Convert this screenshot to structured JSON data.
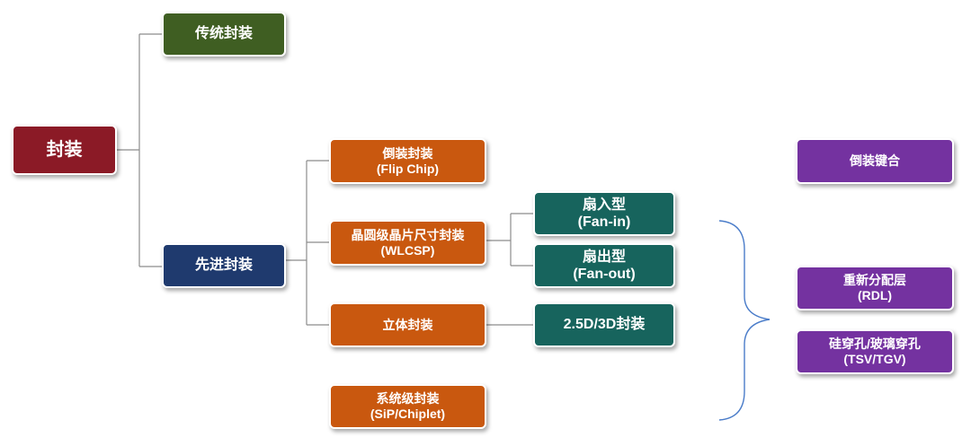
{
  "root": {
    "label": "封装"
  },
  "traditional": {
    "label": "传统封装"
  },
  "advanced": {
    "label": "先进封装"
  },
  "flip_chip": {
    "line1": "倒装封装",
    "line2": "(Flip Chip)"
  },
  "wlcsp": {
    "line1": "晶圆级晶片尺寸封装",
    "line2": "(WLCSP)"
  },
  "fan_in": {
    "line1": "扇入型",
    "line2": "(Fan-in)"
  },
  "fan_out": {
    "line1": "扇出型",
    "line2": "(Fan-out)"
  },
  "three_d": {
    "label": "立体封装"
  },
  "d25_3d": {
    "label": "2.5D/3D封装"
  },
  "sip": {
    "line1": "系统级封装",
    "line2": "(SiP/Chiplet)"
  },
  "techniques": {
    "flip_bonding": {
      "label": "倒装键合"
    },
    "rdl": {
      "line1": "重新分配层",
      "line2": "(RDL)"
    },
    "tsv": {
      "line1": "硅穿孔/玻璃穿孔",
      "line2": "(TSV/TGV)"
    }
  },
  "colors": {
    "root": "#8b1a26",
    "traditional": "#3f5e22",
    "advanced": "#1f3a6e",
    "branch": "#c9580f",
    "sub": "#17645d",
    "technique": "#7432a0",
    "connector": "#8c8c8c",
    "brace": "#4a7cc9"
  }
}
